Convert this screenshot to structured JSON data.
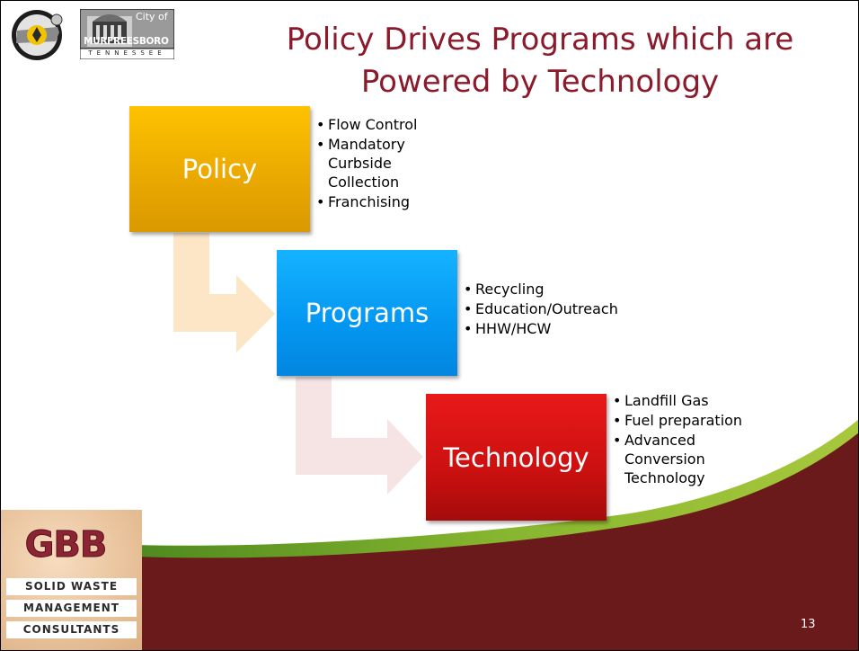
{
  "slide": {
    "title_line1": "Policy Drives Programs which are",
    "title_line2": "Powered by Technology",
    "page_number": "13"
  },
  "logos": {
    "city_of": "City of",
    "murfreesboro": "MURFREESBORO",
    "tennessee": "TENNESSEE",
    "gbb_letters": "GBB",
    "gbb_line1": "SOLID WASTE",
    "gbb_line2": "MANAGEMENT",
    "gbb_line3": "CONSULTANTS"
  },
  "steps": [
    {
      "label": "Policy",
      "color": "#f0b000",
      "bullets": [
        "Flow Control",
        "Mandatory Curbside Collection",
        "Franchising"
      ]
    },
    {
      "label": "Programs",
      "color": "#0a9ef5",
      "bullets": [
        "Recycling",
        "Education/Outreach",
        "HHW/HCW"
      ]
    },
    {
      "label": "Technology",
      "color": "#c91313",
      "bullets": [
        "Landfill Gas",
        "Fuel preparation",
        "Advanced Conversion Technology"
      ]
    }
  ],
  "theme": {
    "title_color": "#8b1a2b",
    "footer_maroon": "#6a1a1a",
    "footer_green": "#7aa92c"
  }
}
